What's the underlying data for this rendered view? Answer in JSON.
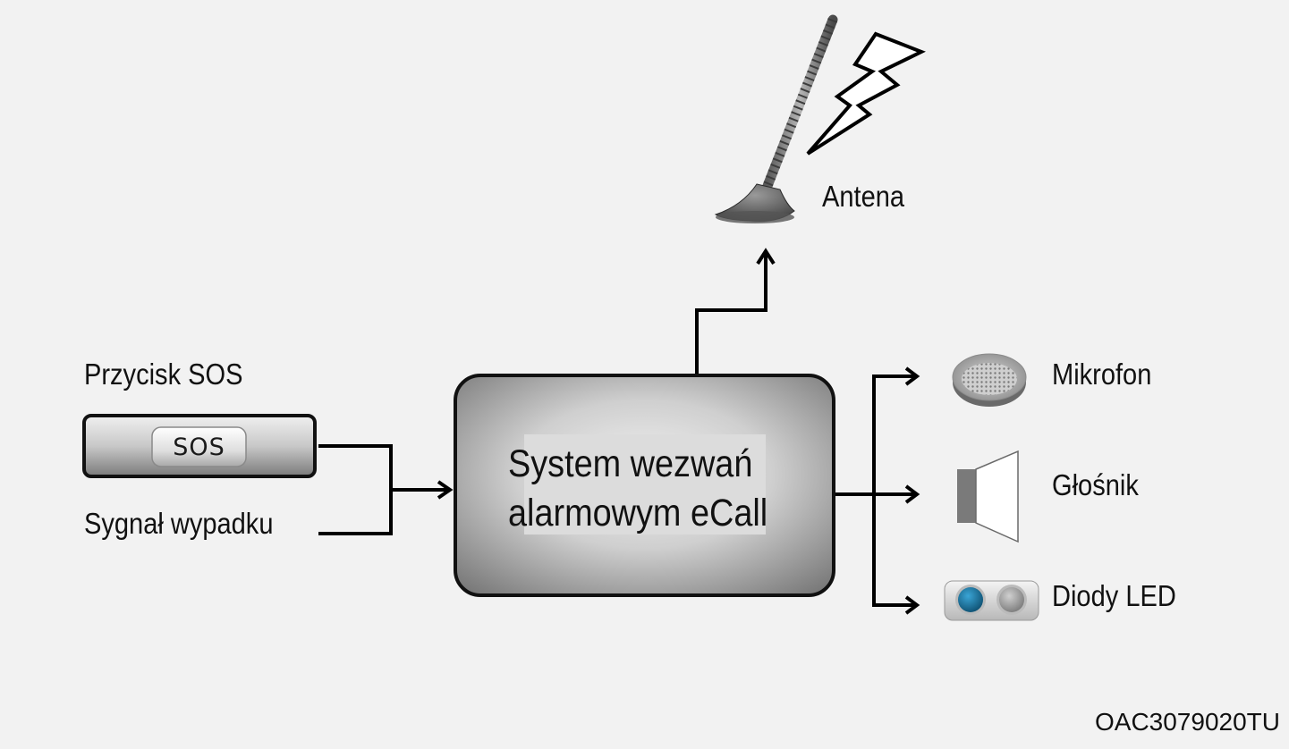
{
  "title": {
    "line1": "System wezwań",
    "line2": "alarmowym eCall"
  },
  "inputs": {
    "sos_button_label": "Przycisk SOS",
    "sos_text": "SOS",
    "crash_signal_label": "Sygnał wypadku"
  },
  "outputs": {
    "antenna_label": "Antena",
    "microphone_label": "Mikrofon",
    "speaker_label": "Głośnik",
    "led_label": "Diody LED"
  },
  "colors": {
    "background": "#f2f2f2",
    "line": "#000000",
    "box_dark": "#6e6e6e",
    "box_light": "#e6e6e6",
    "led_blue": "#1a6f96",
    "led_gray": "#9a9a9a"
  },
  "image_code": "OAC3079020TU"
}
